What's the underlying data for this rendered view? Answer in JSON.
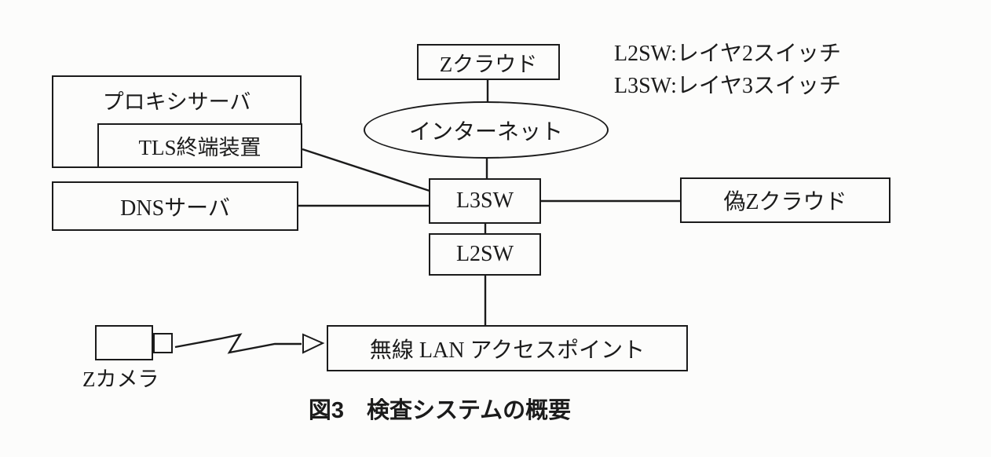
{
  "colors": {
    "ink": "#1b1b1b",
    "paper": "#fcfcfb"
  },
  "figure": {
    "caption": "図3　検査システムの概要",
    "legend": {
      "line1": "L2SW:レイヤ2スイッチ",
      "line2": "L3SW:レイヤ3スイッチ"
    },
    "nodes": {
      "z_cloud": {
        "label": "Zクラウド"
      },
      "internet": {
        "label": "インターネット"
      },
      "l3sw": {
        "label": "L3SW"
      },
      "l2sw": {
        "label": "L2SW"
      },
      "proxy_server": {
        "label": "プロキシサーバ"
      },
      "tls_device": {
        "label": "TLS終端装置"
      },
      "dns_server": {
        "label": "DNSサーバ"
      },
      "fake_z_cloud": {
        "label": "偽Zクラウド"
      },
      "wireless_ap": {
        "label": "無線 LAN アクセスポイント"
      },
      "z_camera": {
        "label": "Zカメラ"
      }
    }
  }
}
